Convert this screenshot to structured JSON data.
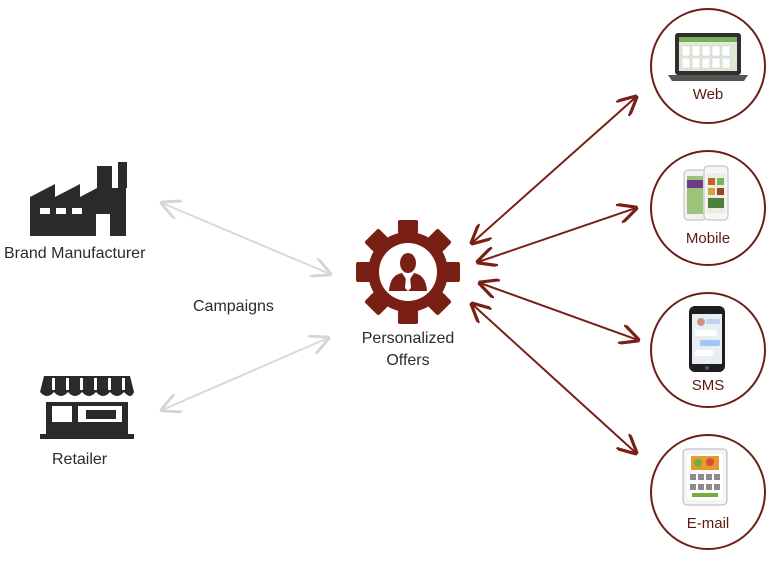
{
  "sources": {
    "brand_manufacturer": "Brand Manufacturer",
    "retailer": "Retailer"
  },
  "campaigns_label": "Campaigns",
  "center": {
    "line1": "Personalized",
    "line2": "Offers"
  },
  "channels": [
    {
      "label": "Web"
    },
    {
      "label": "Mobile"
    },
    {
      "label": "SMS"
    },
    {
      "label": "E-mail"
    }
  ],
  "colors": {
    "accent": "#7a1f15",
    "accent_dark": "#6b1f16",
    "icon_dark": "#2a2a2a",
    "gray_arrow": "#d9d9d9"
  }
}
